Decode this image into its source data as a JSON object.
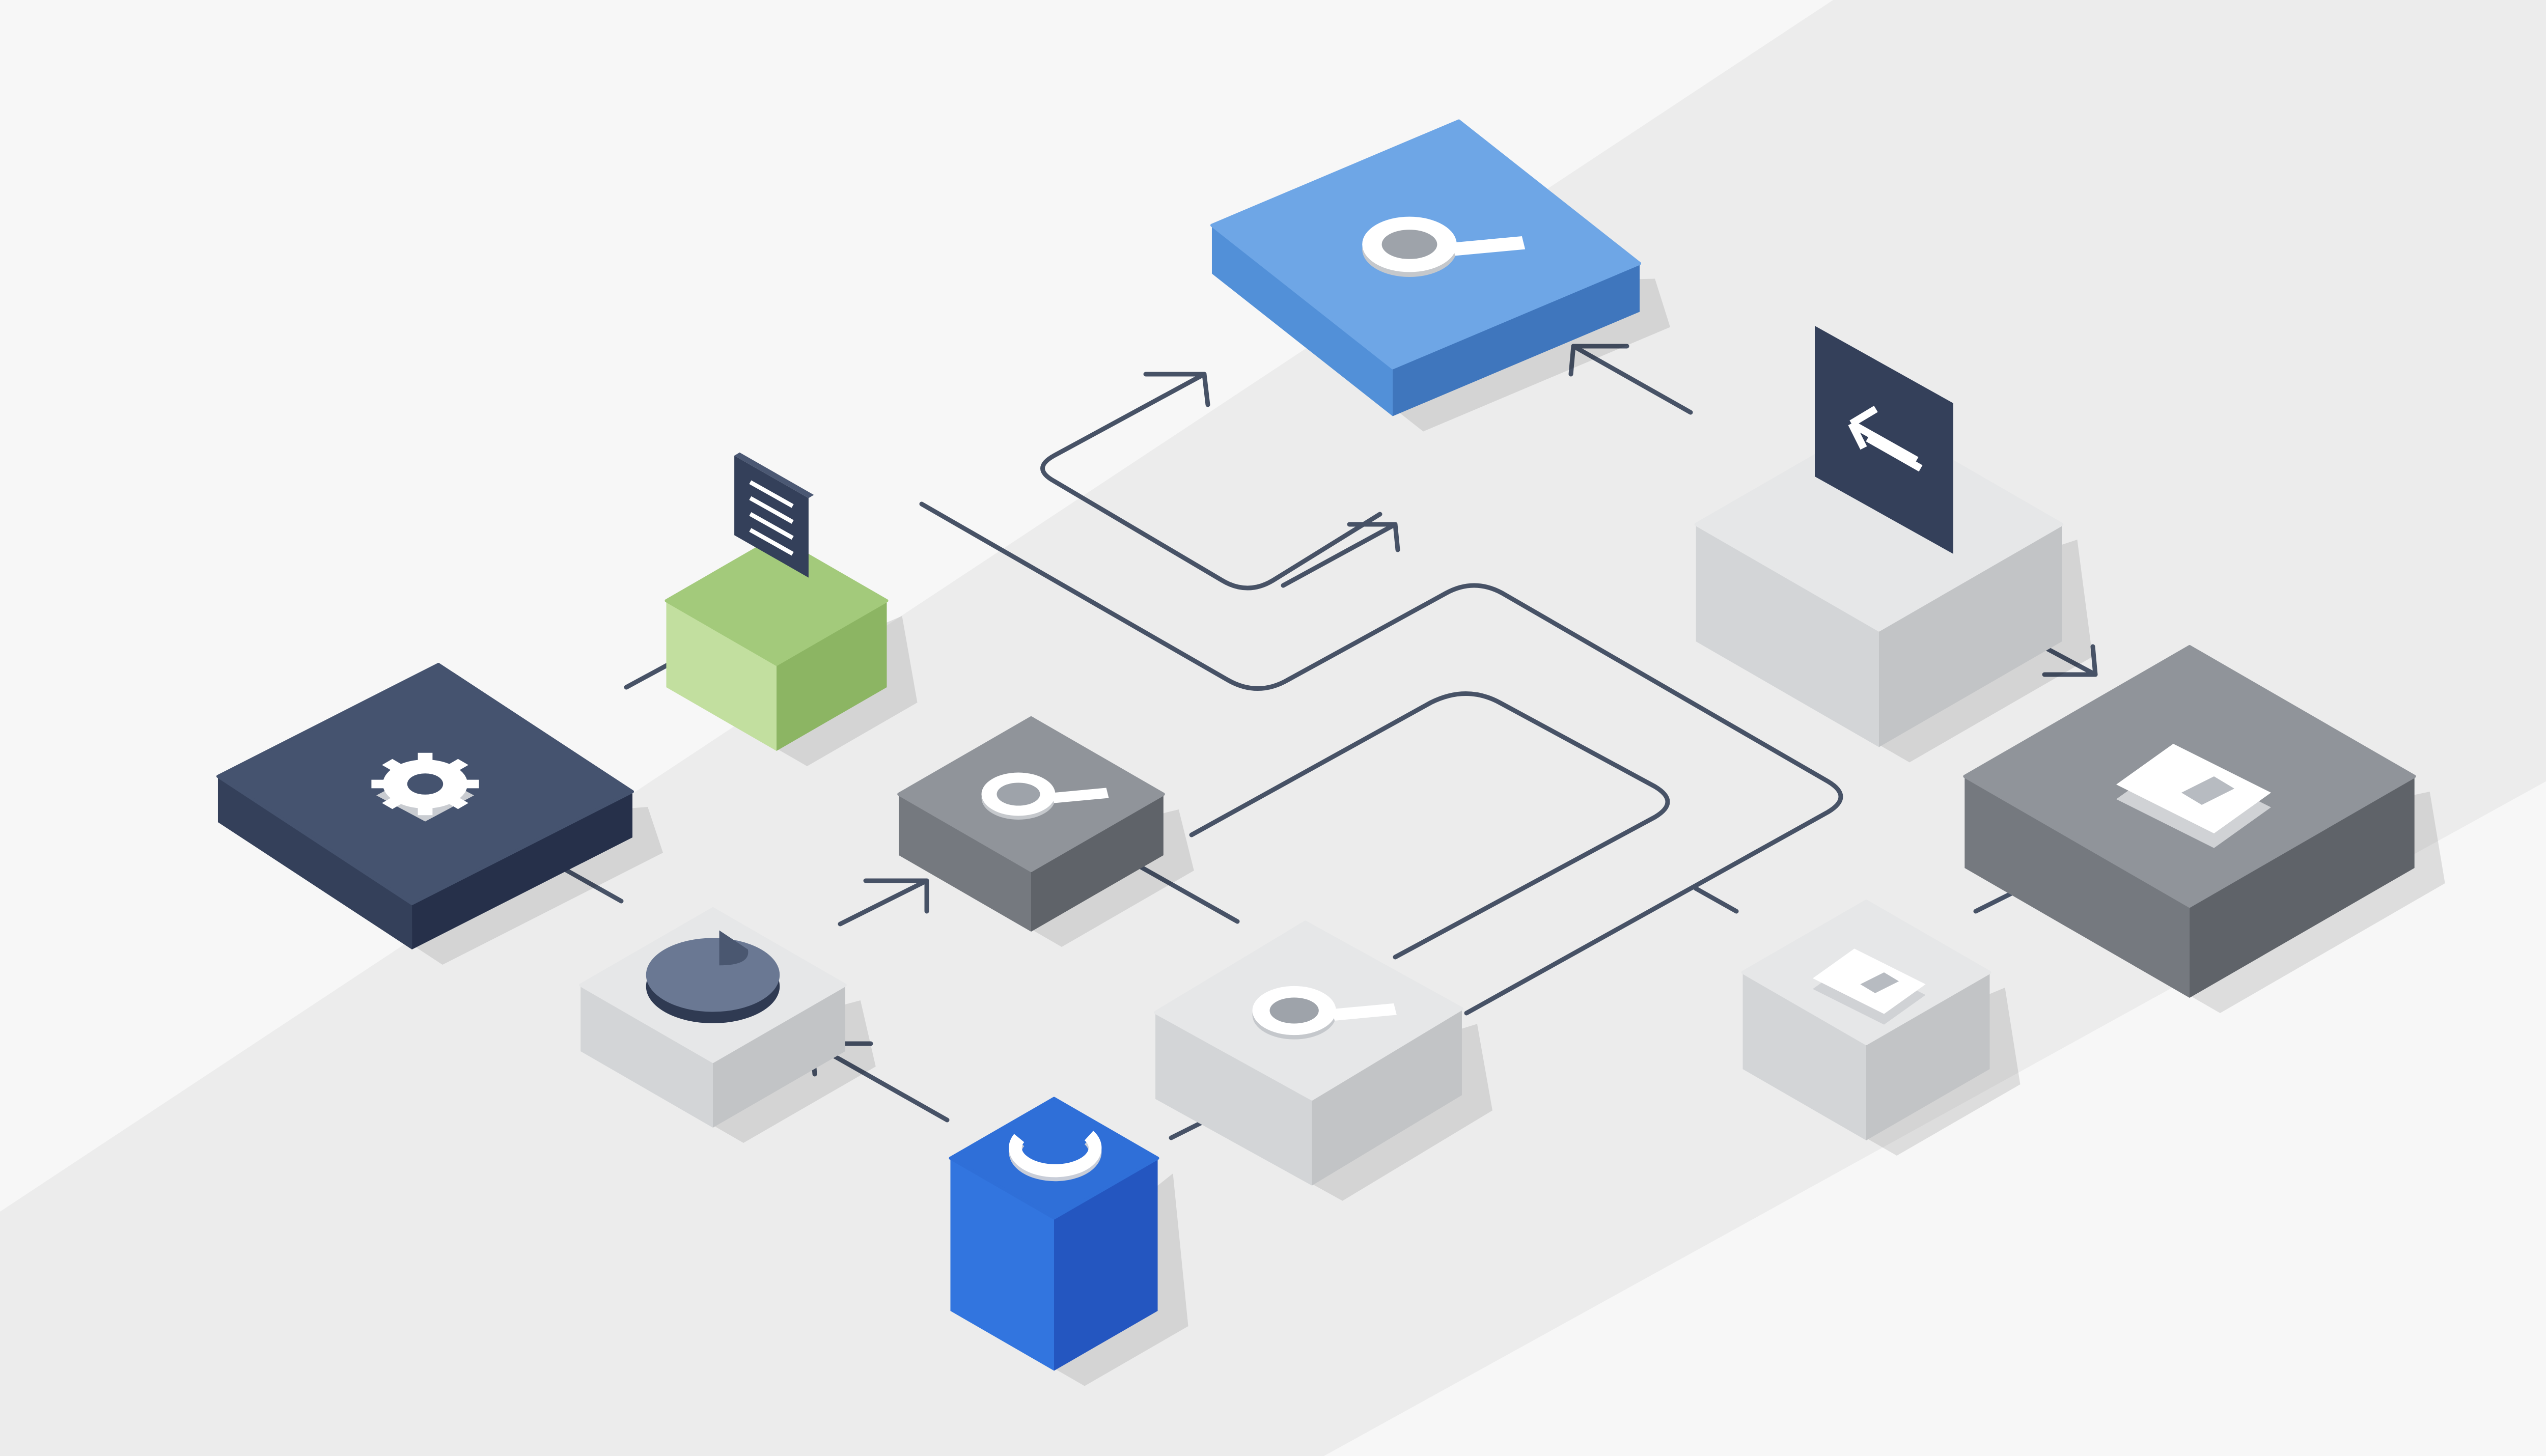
{
  "diagram": {
    "colors": {
      "background": "#f7f7f7",
      "background_band": "#ececec",
      "connector": "#475266",
      "navy": "#45536f",
      "navy_left": "#34405a",
      "navy_right": "#26304a",
      "green": "#a3ca7b",
      "green_left": "#c2df9f",
      "green_right": "#8cb563",
      "blue_light": "#6ea6e6",
      "blue_light_left": "#5290d8",
      "blue_light_right": "#3f76bd",
      "blue_cube": "#2f6fd8",
      "blue_cube_left": "#3275df",
      "blue_cube_right": "#2456c0",
      "gray": "#90949a",
      "gray_left": "#75797f",
      "gray_right": "#5f6369",
      "light": "#e6e7e8",
      "light_left": "#d3d5d7",
      "light_right": "#c2c4c6",
      "icon_white": "#ffffff",
      "icon_dark": "#34405a"
    },
    "nodes": [
      {
        "id": "settings-block",
        "icon": "gear-icon",
        "color": "navy"
      },
      {
        "id": "document-block",
        "icon": "document-icon",
        "color": "green"
      },
      {
        "id": "search-block-top",
        "icon": "search-icon",
        "color": "blue_light"
      },
      {
        "id": "search-block-center",
        "icon": "search-icon",
        "color": "gray"
      },
      {
        "id": "search-block-lower",
        "icon": "search-icon",
        "color": "light"
      },
      {
        "id": "back-block",
        "icon": "back-arrow-icon",
        "color": "light"
      },
      {
        "id": "home-block-large",
        "icon": "home-icon",
        "color": "gray"
      },
      {
        "id": "home-block-small",
        "icon": "home-icon",
        "color": "light"
      },
      {
        "id": "droplet-block",
        "icon": "droplet-icon",
        "color": "light"
      },
      {
        "id": "refresh-cube",
        "icon": "refresh-icon",
        "color": "blue_cube"
      }
    ]
  }
}
